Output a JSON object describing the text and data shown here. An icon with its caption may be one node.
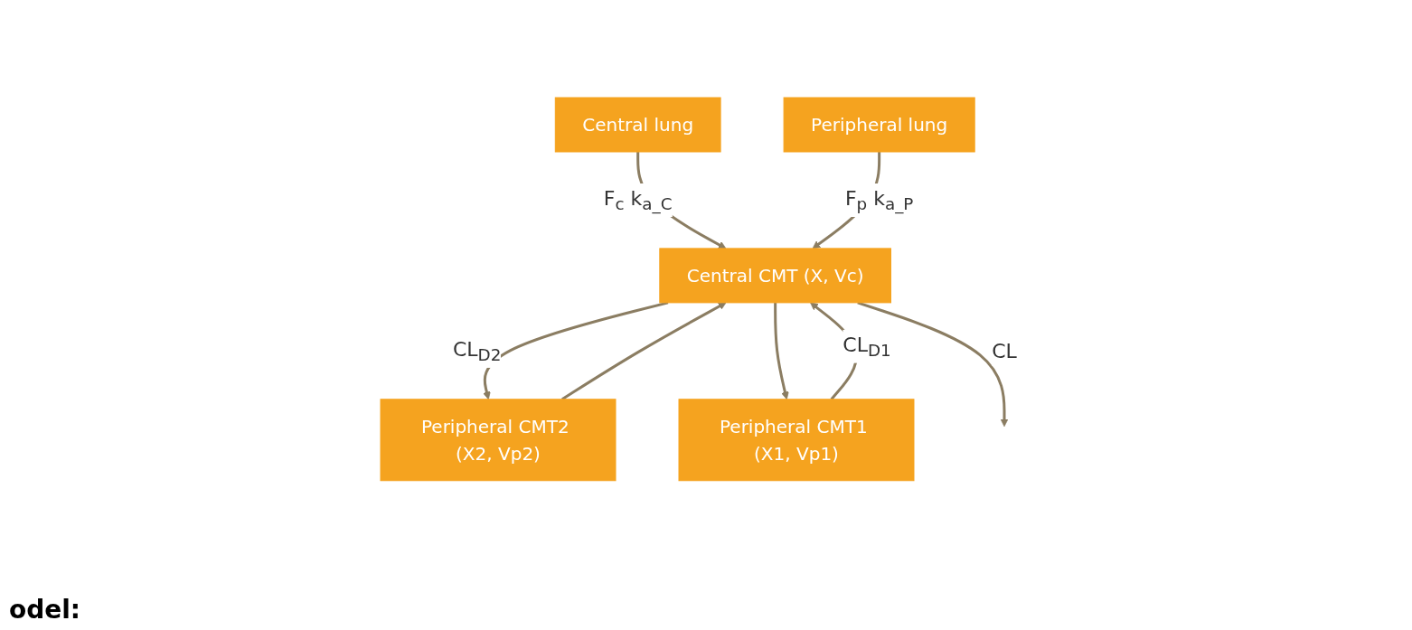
{
  "diagram": {
    "nodes": [
      {
        "text": [
          "Central lung"
        ]
      },
      {
        "text": [
          "Peripheral lung"
        ]
      },
      {
        "text": [
          "Peripheral CMT2 (X2, Vp2)"
        ]
      },
      {
        "text": [
          "Central CMT (X, Vc)"
        ]
      },
      {
        "text": [
          "Peripheral CMT1 (X1, Vp1)"
        ]
      }
    ],
    "edges": [
      {
        "from": 0,
        "to": 3,
        "arrow": "to",
        "label": "F$_{c}$ k$_{a_C}$"
      },
      {
        "from": 1,
        "to": 3,
        "arrow": "to",
        "label": "F$_{p}$ k$_{a_P}$"
      },
      {
        "from": 2,
        "to": 3,
        "arrow": "to"
      },
      {
        "from": 3,
        "to": 2,
        "arrow": "to",
        "label": "CL$_{D2}$"
      },
      {
        "from": 3,
        "to": 4,
        "arrow": "to"
      },
      {
        "from": 4,
        "to": 3,
        "arrow": "to",
        "label": "CL$_{D1}$"
      },
      {
        "from": 3,
        "to": null,
        "arrow": "to",
        "label": "CL"
      }
    ],
    "labels": [
      "odel:"
    ]
  }
}
